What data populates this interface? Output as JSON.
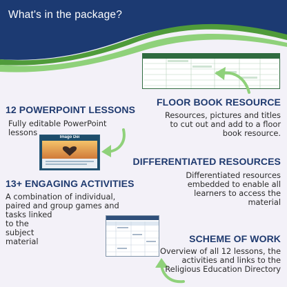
{
  "title": "What's in the package?",
  "sections": {
    "powerpoint": {
      "heading": "12 POWERPOINT LESSONS",
      "body_lines": [
        "Fully editable PowerPoint",
        "lessons"
      ],
      "thumbnail_title": "Imago Dei"
    },
    "floor_book": {
      "heading": "FLOOR BOOK RESOURCE",
      "body_lines": [
        "Resources, pictures and titles",
        "to cut out and add to a floor",
        "book resource."
      ]
    },
    "differentiated": {
      "heading": "DIFFERENTIATED RESOURCES",
      "body_lines": [
        "Differentiated resources",
        "embedded to enable all",
        "learners to access the",
        "material"
      ]
    },
    "activities": {
      "heading": "13+ ENGAGING ACTIVITIES",
      "body_lines": [
        "A combination of individual,",
        "paired and group games and",
        "tasks linked",
        "to the",
        "subject",
        "material"
      ]
    },
    "scheme": {
      "heading": "SCHEME OF WORK",
      "body_lines": [
        "Overview of all 12 lessons, the",
        "activities and links to the",
        "Religious Education Directory"
      ]
    }
  },
  "colors": {
    "navy": "#1c3a72",
    "green": "#4f9b3a",
    "light_green": "#8fd17a",
    "heading": "#1f3a6f"
  }
}
